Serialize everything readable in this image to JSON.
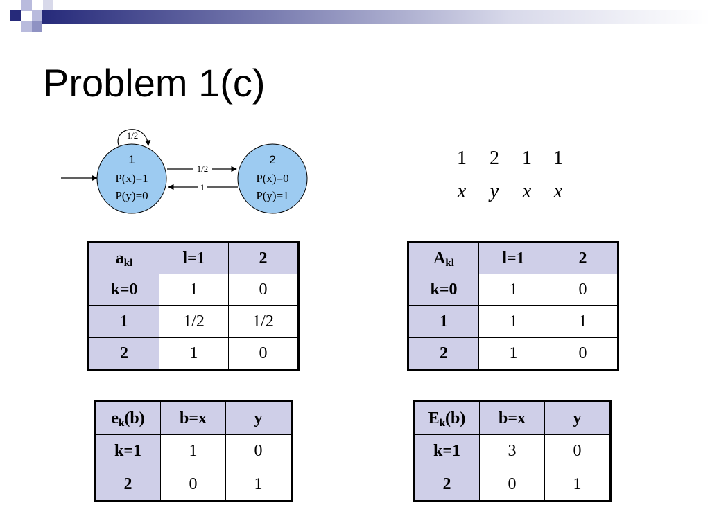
{
  "slide": {
    "title": "Problem 1(c)",
    "colors": {
      "accent": "#262a7a",
      "header_cell": "#cfcfe8",
      "state_fill": "#9dcbf1"
    }
  },
  "diagram": {
    "self_loop_label": "1/2",
    "state1": {
      "id": "1",
      "line1": "P(x)=1",
      "line2": "P(y)=0"
    },
    "state2": {
      "id": "2",
      "line1": "P(x)=0",
      "line2": "P(y)=1"
    },
    "forward_label": "1/2",
    "back_label": "1"
  },
  "sequence": {
    "states": [
      "1",
      "2",
      "1",
      "1"
    ],
    "symbols": [
      "x",
      "y",
      "x",
      "x"
    ]
  },
  "tables": {
    "a": {
      "corner_main": "a",
      "corner_sub": "kl",
      "cols": [
        "l=1",
        "2"
      ],
      "rows": [
        {
          "label": "k=0",
          "values": [
            "1",
            "0"
          ]
        },
        {
          "label": "1",
          "values": [
            "1/2",
            "1/2"
          ]
        },
        {
          "label": "2",
          "values": [
            "1",
            "0"
          ]
        }
      ]
    },
    "A": {
      "corner_main": "A",
      "corner_sub": "kl",
      "cols": [
        "l=1",
        "2"
      ],
      "rows": [
        {
          "label": "k=0",
          "values": [
            "1",
            "0"
          ]
        },
        {
          "label": "1",
          "values": [
            "1",
            "1"
          ]
        },
        {
          "label": "2",
          "values": [
            "1",
            "0"
          ]
        }
      ]
    },
    "e": {
      "corner_main": "e",
      "corner_sub": "k",
      "corner_suffix": "(b)",
      "cols": [
        "b=x",
        "y"
      ],
      "rows": [
        {
          "label": "k=1",
          "values": [
            "1",
            "0"
          ]
        },
        {
          "label": "2",
          "values": [
            "0",
            "1"
          ]
        }
      ]
    },
    "E": {
      "corner_main": "E",
      "corner_sub": "k",
      "corner_suffix": "(b)",
      "cols": [
        "b=x",
        "y"
      ],
      "rows": [
        {
          "label": "k=1",
          "values": [
            "3",
            "0"
          ]
        },
        {
          "label": "2",
          "values": [
            "0",
            "1"
          ]
        }
      ]
    }
  }
}
